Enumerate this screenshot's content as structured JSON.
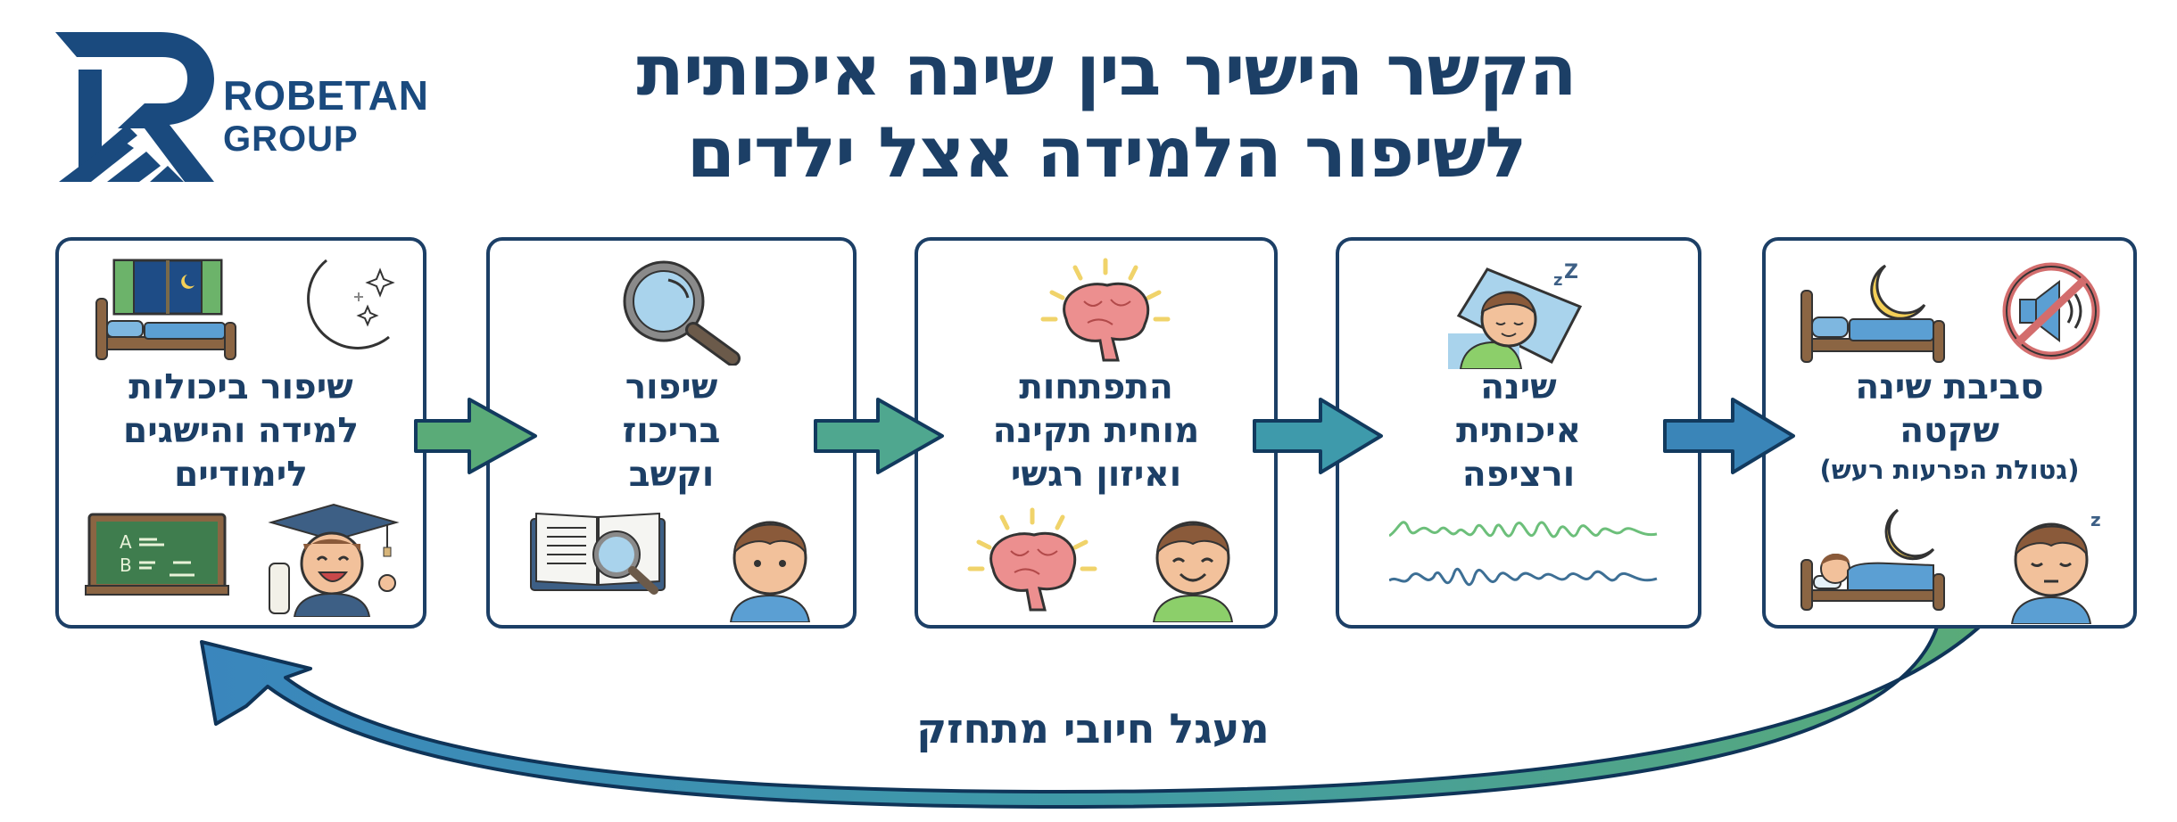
{
  "brand": {
    "name_line1": "ROBETAN",
    "name_line2": "GROUP",
    "color": "#1a4a7e"
  },
  "title": {
    "line1": "הקשר הישיר בין שינה איכותית",
    "line2": "לשיפור הלמידה אצל ילדים",
    "color": "#1c3f66"
  },
  "steps": [
    {
      "order": 5,
      "label_lines": [
        "שיפור ביכולות",
        "למידה והישגים",
        "לימודיים"
      ],
      "icons": [
        "bed-window-icon",
        "moon-stars-icon",
        "chalkboard-icon",
        "graduate-child-icon"
      ]
    },
    {
      "order": 4,
      "label_lines": [
        "שיפור",
        "בריכוז",
        "וקשב"
      ],
      "icons": [
        "magnifying-glass-icon",
        "book-magnifier-icon",
        "child-icon"
      ]
    },
    {
      "order": 3,
      "label_lines": [
        "התפתחות",
        "מוחית תקינה",
        "ואיזון רגשי"
      ],
      "icons": [
        "glowing-brain-icon",
        "glowing-brain-icon",
        "smiling-child-icon"
      ]
    },
    {
      "order": 2,
      "label_lines": [
        "שינה",
        "איכותית",
        "ורציפה"
      ],
      "icons": [
        "sleeping-child-pillow-icon",
        "brain-waves-icon"
      ]
    },
    {
      "order": 1,
      "label_lines": [
        "סביבת שינה",
        "שקטה"
      ],
      "sub_label": "(גטולת הפרעות רעש)",
      "icons": [
        "bed-moon-icon",
        "no-sound-icon",
        "child-in-bed-icon",
        "sleepy-child-icon"
      ]
    }
  ],
  "flow_arrows": [
    {
      "color": "#5aab78"
    },
    {
      "color": "#4fa78f"
    },
    {
      "color": "#3e9aab"
    },
    {
      "color": "#3a85b8"
    }
  ],
  "cycle": {
    "label": "מעגל חיובי מתחזק",
    "gradient_start": "#5aab78",
    "gradient_end": "#3a86bd"
  },
  "palette": {
    "outline": "#1c3f66",
    "moon": "#f4cf57",
    "brain": "#ec8f8f",
    "skin": "#f2c19b",
    "hair": "#8a5a3a",
    "blanket": "#5b9fd3",
    "wood": "#8b6543",
    "board": "#3f7d4e"
  }
}
